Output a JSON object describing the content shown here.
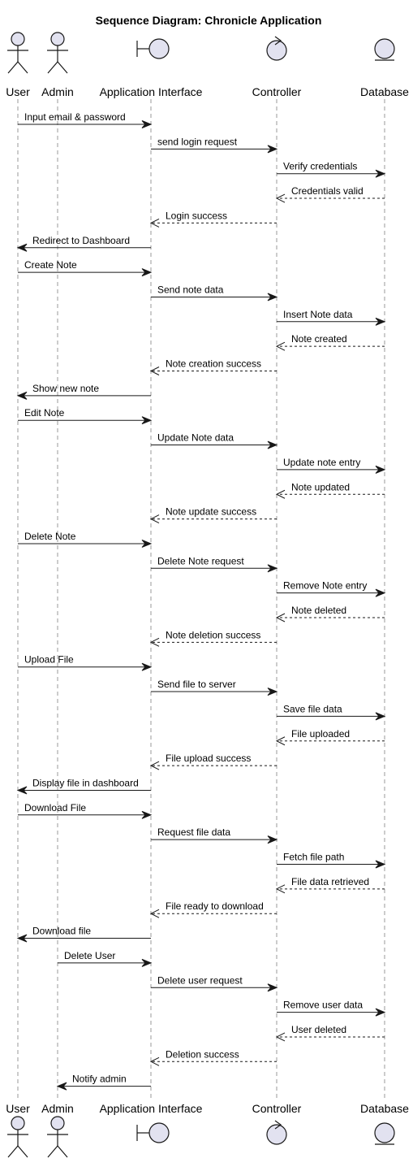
{
  "title": "Sequence Diagram: Chronicle Application",
  "colors": {
    "icon_fill": "#E2E2F0",
    "line": "#181818",
    "lifeline": "#9A9A9A"
  },
  "participants": [
    {
      "id": "user",
      "label": "User",
      "kind": "actor",
      "icon": "actor-icon"
    },
    {
      "id": "admin",
      "label": "Admin",
      "kind": "actor",
      "icon": "actor-icon"
    },
    {
      "id": "ui",
      "label": "Application Interface",
      "kind": "boundary",
      "icon": "boundary-icon"
    },
    {
      "id": "ctrl",
      "label": "Controller",
      "kind": "control",
      "icon": "control-icon"
    },
    {
      "id": "db",
      "label": "Database",
      "kind": "entity",
      "icon": "entity-icon"
    }
  ],
  "messages": [
    {
      "from": "user",
      "to": "ui",
      "label": "Input email & password",
      "type": "sync"
    },
    {
      "from": "ui",
      "to": "ctrl",
      "label": "send login request",
      "type": "sync"
    },
    {
      "from": "ctrl",
      "to": "db",
      "label": "Verify credentials",
      "type": "sync"
    },
    {
      "from": "db",
      "to": "ctrl",
      "label": "Credentials valid",
      "type": "reply"
    },
    {
      "from": "ctrl",
      "to": "ui",
      "label": "Login success",
      "type": "reply"
    },
    {
      "from": "ui",
      "to": "user",
      "label": "Redirect to Dashboard",
      "type": "sync"
    },
    {
      "from": "user",
      "to": "ui",
      "label": "Create Note",
      "type": "sync"
    },
    {
      "from": "ui",
      "to": "ctrl",
      "label": "Send note data",
      "type": "sync"
    },
    {
      "from": "ctrl",
      "to": "db",
      "label": "Insert Note data",
      "type": "sync"
    },
    {
      "from": "db",
      "to": "ctrl",
      "label": "Note created",
      "type": "reply"
    },
    {
      "from": "ctrl",
      "to": "ui",
      "label": "Note creation success",
      "type": "reply"
    },
    {
      "from": "ui",
      "to": "user",
      "label": "Show new note",
      "type": "sync"
    },
    {
      "from": "user",
      "to": "ui",
      "label": "Edit Note",
      "type": "sync"
    },
    {
      "from": "ui",
      "to": "ctrl",
      "label": "Update Note data",
      "type": "sync"
    },
    {
      "from": "ctrl",
      "to": "db",
      "label": "Update note entry",
      "type": "sync"
    },
    {
      "from": "db",
      "to": "ctrl",
      "label": "Note updated",
      "type": "reply"
    },
    {
      "from": "ctrl",
      "to": "ui",
      "label": "Note update success",
      "type": "reply"
    },
    {
      "from": "user",
      "to": "ui",
      "label": "Delete Note",
      "type": "sync"
    },
    {
      "from": "ui",
      "to": "ctrl",
      "label": "Delete Note request",
      "type": "sync"
    },
    {
      "from": "ctrl",
      "to": "db",
      "label": "Remove Note entry",
      "type": "sync"
    },
    {
      "from": "db",
      "to": "ctrl",
      "label": "Note deleted",
      "type": "reply"
    },
    {
      "from": "ctrl",
      "to": "ui",
      "label": "Note deletion success",
      "type": "reply"
    },
    {
      "from": "user",
      "to": "ui",
      "label": "Upload File",
      "type": "sync"
    },
    {
      "from": "ui",
      "to": "ctrl",
      "label": "Send file to server",
      "type": "sync"
    },
    {
      "from": "ctrl",
      "to": "db",
      "label": "Save file data",
      "type": "sync"
    },
    {
      "from": "db",
      "to": "ctrl",
      "label": "File uploaded",
      "type": "reply"
    },
    {
      "from": "ctrl",
      "to": "ui",
      "label": "File upload success",
      "type": "reply"
    },
    {
      "from": "ui",
      "to": "user",
      "label": "Display file in dashboard",
      "type": "sync"
    },
    {
      "from": "user",
      "to": "ui",
      "label": "Download File",
      "type": "sync"
    },
    {
      "from": "ui",
      "to": "ctrl",
      "label": "Request file data",
      "type": "sync"
    },
    {
      "from": "ctrl",
      "to": "db",
      "label": "Fetch file path",
      "type": "sync"
    },
    {
      "from": "db",
      "to": "ctrl",
      "label": "File data retrieved",
      "type": "reply"
    },
    {
      "from": "ctrl",
      "to": "ui",
      "label": "File ready to download",
      "type": "reply"
    },
    {
      "from": "ui",
      "to": "user",
      "label": "Download file",
      "type": "sync"
    },
    {
      "from": "admin",
      "to": "ui",
      "label": "Delete User",
      "type": "sync"
    },
    {
      "from": "ui",
      "to": "ctrl",
      "label": "Delete user request",
      "type": "sync"
    },
    {
      "from": "ctrl",
      "to": "db",
      "label": "Remove user data",
      "type": "sync"
    },
    {
      "from": "db",
      "to": "ctrl",
      "label": "User deleted",
      "type": "reply"
    },
    {
      "from": "ctrl",
      "to": "ui",
      "label": "Deletion success",
      "type": "reply"
    },
    {
      "from": "ui",
      "to": "admin",
      "label": "Notify admin",
      "type": "sync"
    }
  ]
}
